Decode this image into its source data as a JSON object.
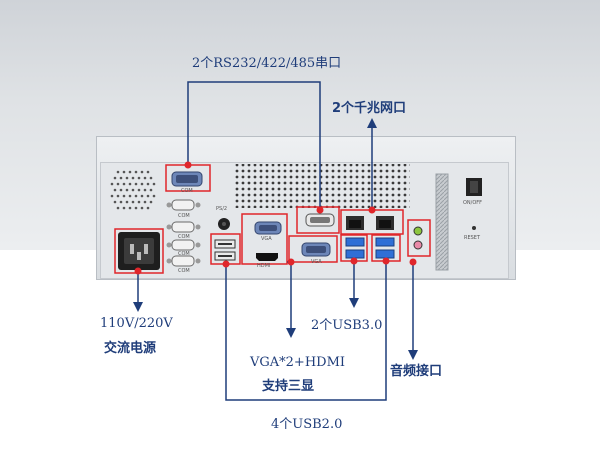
{
  "callouts": {
    "serial": "2个RS232/422/485串口",
    "lan": "2个千兆网口",
    "power_line1": "110V/220V",
    "power_line2": "交流电源",
    "usb3": "2个USB3.0",
    "video_line1": "VGA*2+HDMI",
    "video_line2": "支持三显",
    "audio": "音频接口",
    "usb2": "4个USB2.0"
  },
  "panel_labels": {
    "com1": "COM",
    "com2": "COM",
    "com3": "COM",
    "com4": "COM",
    "com5": "COM",
    "ps2": "PS/2",
    "vga1": "VGA",
    "vga2": "VGA",
    "hdmi": "HDMI",
    "onoff": "ON/OFF",
    "reset": "RESET"
  },
  "colors": {
    "callout_red": "#e0262b",
    "connector_line": "#1f3d7a",
    "label_text": "#1f3d7a"
  }
}
